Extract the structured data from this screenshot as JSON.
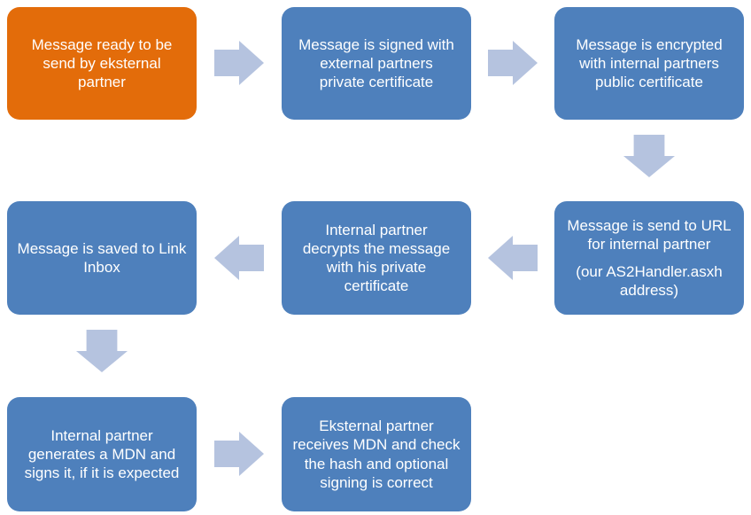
{
  "diagram": {
    "type": "flowchart",
    "description": "AS2 message exchange process flow",
    "colors": {
      "start_box": "#e36c0a",
      "process_box": "#4e80bc",
      "arrow": "#b5c3df",
      "text": "#ffffff",
      "background": "#ffffff"
    },
    "steps": [
      {
        "id": 1,
        "variant": "start",
        "text": "Message ready to be\nsend by eksternal\npartner"
      },
      {
        "id": 2,
        "variant": "process",
        "text": "Message is signed with\nexternal partners\nprivate certificate"
      },
      {
        "id": 3,
        "variant": "process",
        "text": "Message is encrypted\nwith internal partners\npublic certificate"
      },
      {
        "id": 4,
        "variant": "process",
        "text": "Message is send to URL\nfor internal partner",
        "subtext": "(our AS2Handler.asxh\naddress)"
      },
      {
        "id": 5,
        "variant": "process",
        "text": "Internal partner\ndecrypts the message\nwith his private\ncertificate"
      },
      {
        "id": 6,
        "variant": "process",
        "text": "Message is saved to Link\nInbox"
      },
      {
        "id": 7,
        "variant": "process",
        "text": "Internal partner\ngenerates a MDN and\nsigns it, if it is expected"
      },
      {
        "id": 8,
        "variant": "process",
        "text": "Eksternal partner\nreceives MDN and check\nthe hash and optional\nsigning is correct"
      }
    ],
    "arrows": [
      {
        "from": 1,
        "to": 2,
        "direction": "right"
      },
      {
        "from": 2,
        "to": 3,
        "direction": "right"
      },
      {
        "from": 3,
        "to": 4,
        "direction": "down"
      },
      {
        "from": 4,
        "to": 5,
        "direction": "left"
      },
      {
        "from": 5,
        "to": 6,
        "direction": "left"
      },
      {
        "from": 6,
        "to": 7,
        "direction": "down"
      },
      {
        "from": 7,
        "to": 8,
        "direction": "right"
      }
    ]
  }
}
